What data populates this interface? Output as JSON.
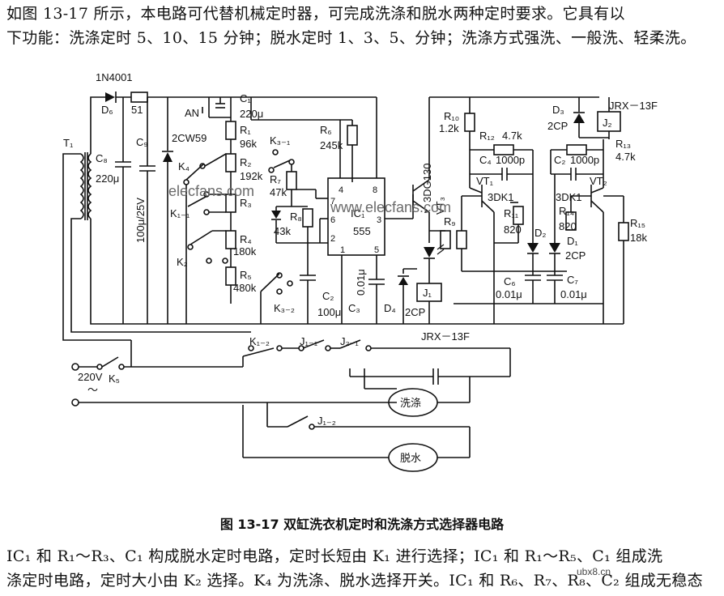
{
  "intro": {
    "line1": "如图 13-17 所示，本电路可代替机械定时器，可完成洗涤和脱水两种定时要求。它具有以",
    "line2": "下功能：洗涤定时 5、10、15 分钟；脱水定时 1、3、5、分钟；洗涤方式强洗、一般洗、轻柔洗。"
  },
  "caption": "图 13-17    双缸洗衣机定时和洗涤方式选择器电路",
  "body": {
    "line1": "IC₁ 和 R₁～R₃、C₁ 构成脱水定时电路，定时长短由 K₁ 进行选择；IC₁ 和 R₁～R₅、C₁ 组成洗",
    "line2": "涤定时电路，定时大小由 K₂ 选择。K₄ 为洗涤、脱水选择开关。IC₁ 和 R₆、R₇、R₈、C₂ 组成无稳态"
  },
  "watermarks": {
    "left": "elecfans.com",
    "center": "www.elecfans.com",
    "small": "ubx8.cn"
  },
  "labels": {
    "t1": "T₁",
    "d6_part": "1N4001",
    "d6": "D₆",
    "r51": "51",
    "c8": "C₈",
    "c8_val": "220μ",
    "c9": "C₉",
    "c9_val": "100μ/25V",
    "zener": "2CW59",
    "k4": "K₄",
    "k11": "K₁₋₁",
    "k2": "K₂",
    "an": "AN",
    "c1": "C₁",
    "c1_val": "220μ",
    "r1": "R₁",
    "r1_val": "96k",
    "r2": "R₂",
    "r2_val": "192k",
    "r3": "R₃",
    "r4": "R₄",
    "r4_val": "180k",
    "r5": "R₅",
    "r5_val": "480k",
    "k31": "K₃₋₁",
    "r6": "R₆",
    "r6_val": "245k",
    "r7": "R₇",
    "r7_val": "47k",
    "r8": "R₈",
    "r8_val": "43k",
    "k32": "K₃₋₂",
    "c2": "C₂",
    "c2_val": "100μ",
    "ic1": "IC₁",
    "ic_part": "555",
    "pin4": "4",
    "pin8": "8",
    "pin7": "7",
    "pin6": "6",
    "pin3": "3",
    "pin2": "2",
    "pin1": "1",
    "pin5": "5",
    "c3": "C₃",
    "c3_val": "0.01μ",
    "vt3": "VT₃",
    "vt3_part": "3DG130",
    "r9": "R₉",
    "d4": "D₄",
    "d4_part": "2CP",
    "j1": "J₁",
    "jrx_bottom": "JRX－13F",
    "r10": "R₁₀",
    "r10_val": "1.2k",
    "r12": "R₁₂",
    "r12_val": "4.7k",
    "c4": "C₄",
    "c4_val": "1000p",
    "vt1": "VT₁",
    "dk1_left": "3DK1",
    "r11": "R₁₁",
    "r11_val": "820",
    "d3": "D₃",
    "d3_part": "2CP",
    "j2": "J₂",
    "jrx_top": "JRX－13F",
    "r13": "R₁₃",
    "r13_val": "4.7k",
    "c2b": "C₂",
    "c2b_val": "1000p",
    "vt2": "VT₂",
    "dk1_right": "3DK1",
    "r14": "R₁₄",
    "r14_val": "820",
    "d2": "D₂",
    "d1": "D₁",
    "d1_part": "2CP",
    "r15": "R₁₅",
    "r15_val": "18k",
    "c6": "C₆",
    "c6_val": "0.01μ",
    "c7": "C₇",
    "c7_val": "0.01μ",
    "k12": "K₁₋₂",
    "j11": "J₁₋₁",
    "j21": "J₂₋₁",
    "v220": "220V",
    "tilde": "～",
    "k5": "K₅",
    "j12": "J₁₋₂",
    "motor_wash": "洗涤",
    "motor_spin": "脱水"
  }
}
